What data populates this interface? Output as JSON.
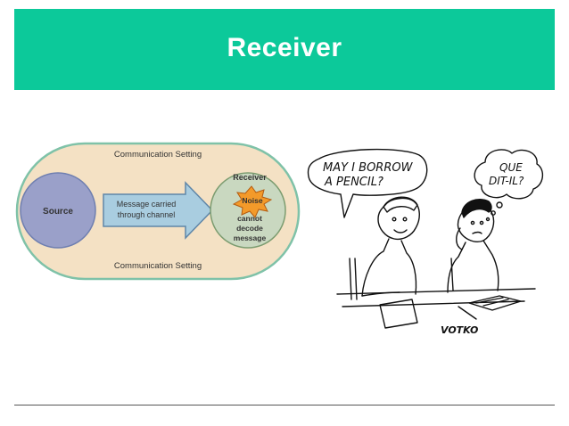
{
  "slide": {
    "title": "Receiver",
    "title_bar_color": "#0cc99a"
  },
  "diagram": {
    "setting_top": "Communication Setting",
    "setting_bottom": "Communication Setting",
    "source_label": "Source",
    "arrow_line1": "Message carried",
    "arrow_line2": "through channel",
    "receiver_label": "Receiver",
    "noise_label": "Noise",
    "decode_line1": "cannot",
    "decode_line2": "decode",
    "decode_line3": "message",
    "colors": {
      "outer_fill": "#f4e1c4",
      "outer_stroke": "#7fc2a8",
      "source_fill": "#9aa0c9",
      "arrow_fill": "#a9cde0",
      "receiver_fill": "#c9d8c0",
      "noise_fill": "#f39a2a"
    }
  },
  "cartoon": {
    "speech_line1": "MAY I BORROW",
    "speech_line2": "A PENCIL?",
    "thought_line1": "QUE",
    "thought_line2": "DIT-IL?",
    "signature": "VOTKO"
  }
}
